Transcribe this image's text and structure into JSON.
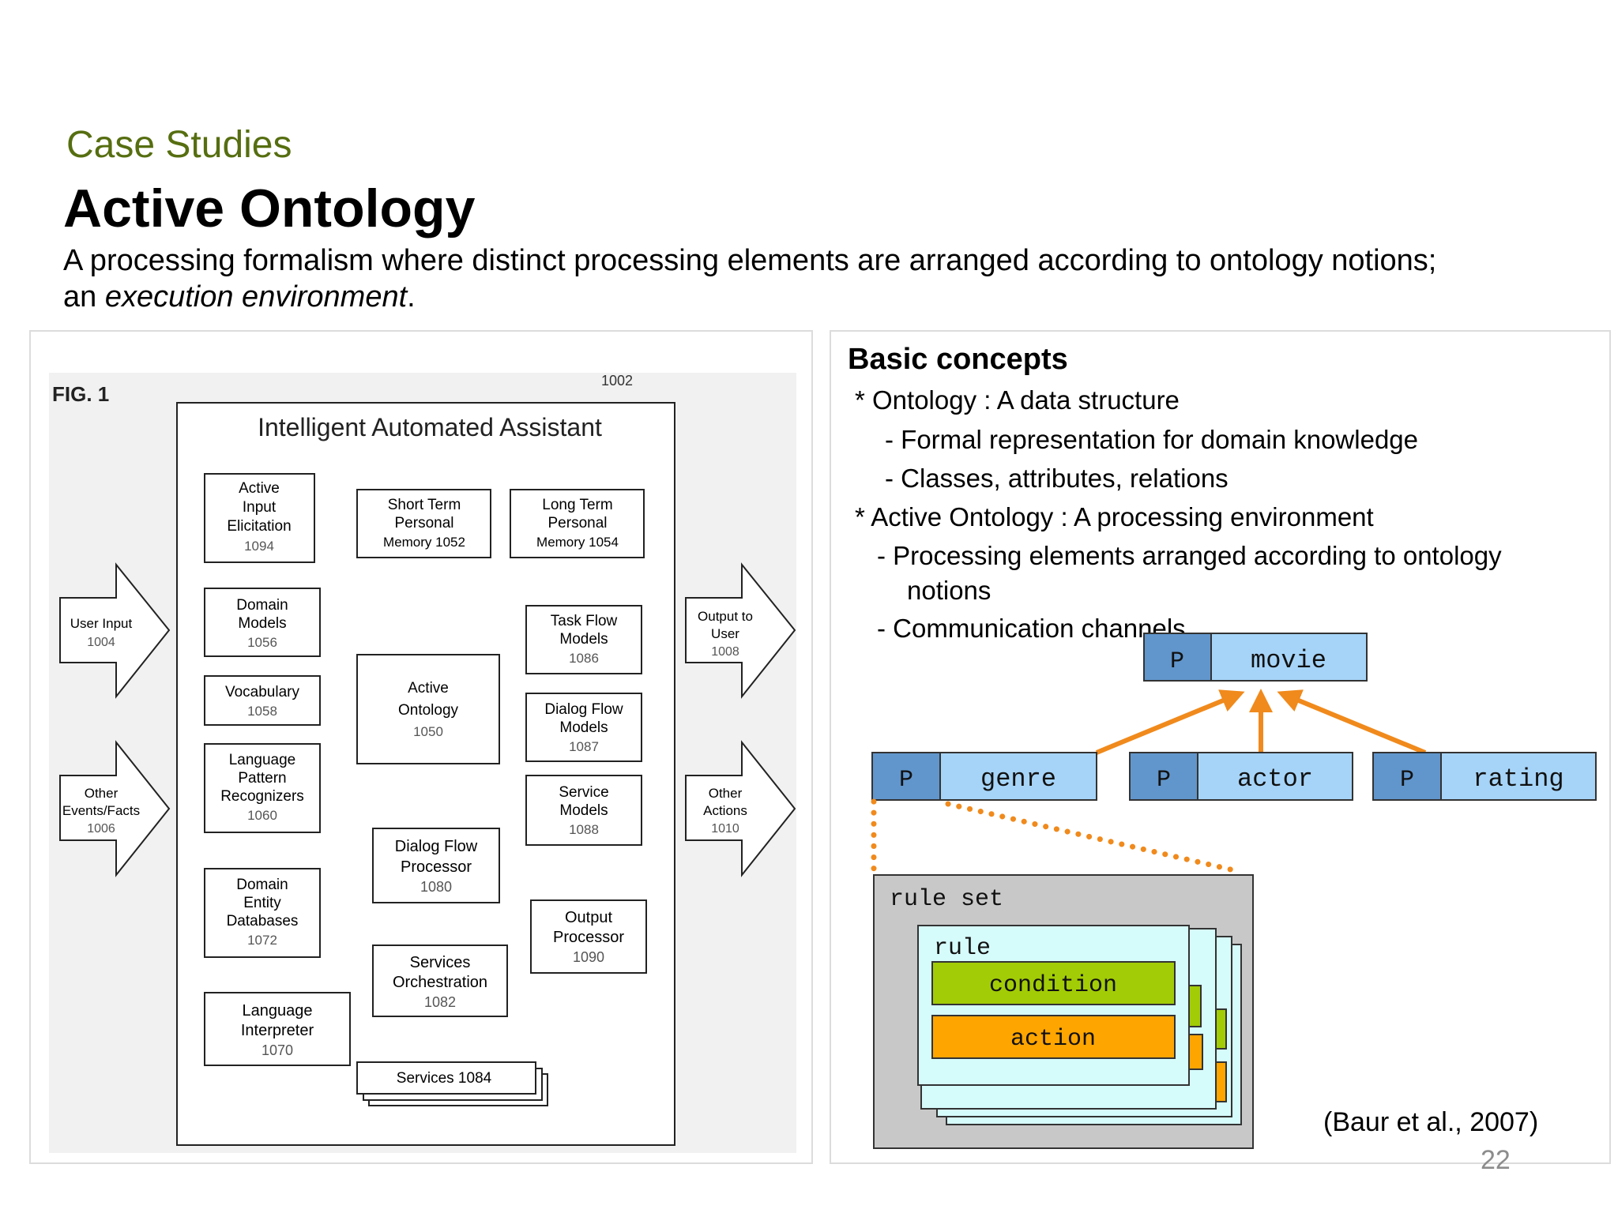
{
  "slide": {
    "subtitle": "Case Studies",
    "title": "Active Ontology",
    "description_line1": "A processing formalism where distinct processing elements are arranged according to ontology notions;",
    "description_line2_prefix": "an ",
    "description_line2_italic": "execution environment",
    "description_line2_suffix": ".",
    "citation": "(Baur et al., 2007)",
    "page_number": "22"
  },
  "basic_concepts": {
    "heading": "Basic concepts",
    "lines": [
      "* Ontology : A data structure",
      "- Formal representation for domain knowledge",
      "- Classes, attributes, relations",
      "* Active Ontology : A processing environment",
      "- Processing elements arranged according to ontology",
      "notions",
      "- Communication channels"
    ]
  },
  "patent_figure": {
    "fig_label": "FIG. 1",
    "ref_label": "1002",
    "container_title": "Intelligent Automated Assistant",
    "boxes": {
      "active_input": [
        "Active",
        "Input",
        "Elicitation",
        "1094"
      ],
      "short_term": [
        "Short Term",
        "Personal",
        "Memory 1052"
      ],
      "long_term": [
        "Long Term",
        "Personal",
        "Memory 1054"
      ],
      "domain_models": [
        "Domain",
        "Models",
        "1056"
      ],
      "vocabulary": [
        "Vocabulary",
        "1058"
      ],
      "language_pattern": [
        "Language",
        "Pattern",
        "Recognizers",
        "1060"
      ],
      "domain_entity": [
        "Domain",
        "Entity",
        "Databases",
        "1072"
      ],
      "language_interpreter": [
        "Language",
        "Interpreter",
        "1070"
      ],
      "active_ontology": [
        "Active",
        "Ontology",
        "1050"
      ],
      "dialog_flow_processor": [
        "Dialog Flow",
        "Processor",
        "1080"
      ],
      "services_orchestration": [
        "Services",
        "Orchestration",
        "1082"
      ],
      "services": [
        "Services 1084"
      ],
      "task_flow": [
        "Task Flow",
        "Models",
        "1086"
      ],
      "dialog_flow_models": [
        "Dialog Flow",
        "Models",
        "1087"
      ],
      "service_models": [
        "Service",
        "Models",
        "1088"
      ],
      "output_processor": [
        "Output",
        "Processor",
        "1090"
      ]
    },
    "arrows": {
      "user_input": [
        "User Input",
        "1004"
      ],
      "other_events": [
        "Other",
        "Events/Facts",
        "1006"
      ],
      "output_to_user": [
        "Output to",
        "User",
        "1008"
      ],
      "other_actions": [
        "Other",
        "Actions",
        "1010"
      ]
    }
  },
  "ontology_diagram": {
    "node_prefix": "P",
    "root": "movie",
    "children": [
      "genre",
      "actor",
      "rating"
    ],
    "rule_set_label": "rule set",
    "rule_label": "rule",
    "condition_label": "condition",
    "action_label": "action",
    "colors": {
      "p_cell": "#6196cc",
      "node_fill": "#a6d4f8",
      "arrow": "#f08a1c",
      "ruleset_bg": "#c8c8c8",
      "rule_bg": "#d6fbfb",
      "condition": "#a2cc06",
      "action": "#ffa500"
    }
  }
}
